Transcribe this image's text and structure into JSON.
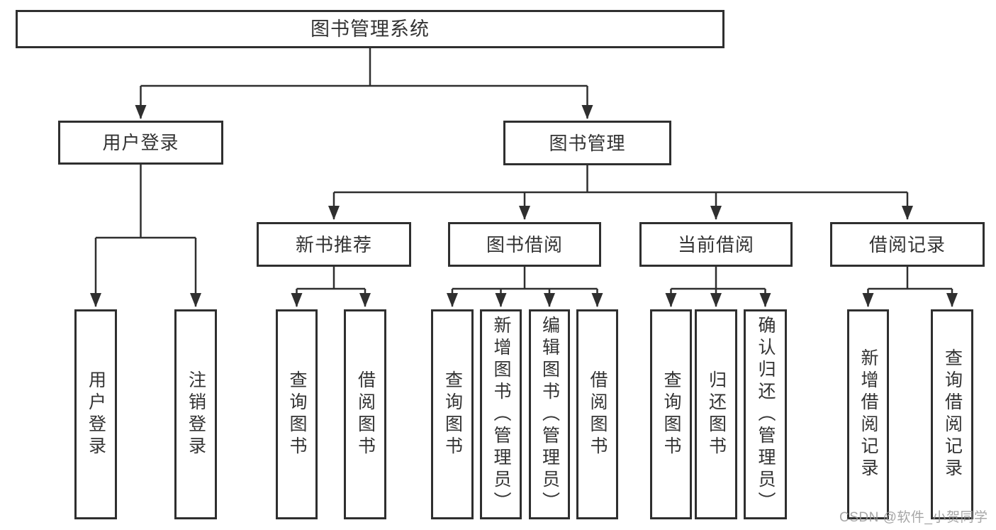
{
  "colors": {
    "line": "#2f2f2f",
    "box_border": "#2f2f2f",
    "text": "#333333",
    "background": "#ffffff",
    "watermark": "#969696"
  },
  "tree": {
    "root": "图书管理系统",
    "level2": [
      {
        "label": "用户登录",
        "children": [
          "用户登录",
          "注销登录"
        ]
      },
      {
        "label": "图书管理",
        "groups": [
          {
            "label": "新书推荐",
            "children": [
              "查询图书",
              "借阅图书"
            ]
          },
          {
            "label": "图书借阅",
            "children": [
              "查询图书",
              "新增图书（管理员）",
              "编辑图书（管理员）",
              "借阅图书"
            ]
          },
          {
            "label": "当前借阅",
            "children": [
              "查询图书",
              "归还图书",
              "确认归还（管理员）"
            ]
          },
          {
            "label": "借阅记录",
            "children": [
              "新增借阅记录",
              "查询借阅记录"
            ]
          }
        ]
      }
    ]
  },
  "watermark": {
    "text": "CSDN @软件_小贺同学"
  }
}
